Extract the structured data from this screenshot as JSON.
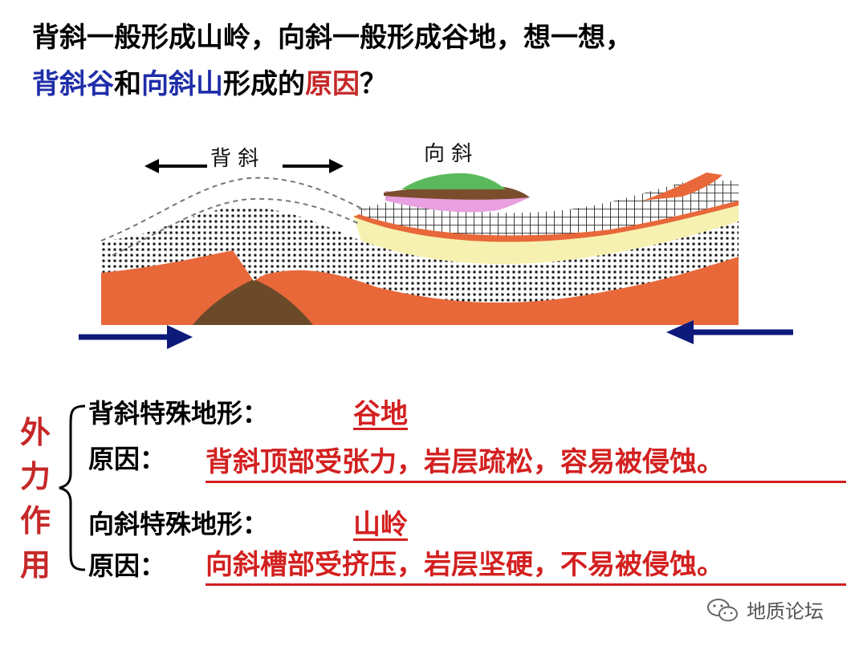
{
  "question": {
    "line1": "背斜一般形成山岭，向斜一般形成谷地，想一想，",
    "anticline_valley": "背斜谷",
    "and_word": "和",
    "syncline_mountain": "向斜山",
    "formed_of": "形成的",
    "reason": "原因",
    "qmark": "？"
  },
  "diagram": {
    "anticline_label": "背 斜",
    "syncline_label": "向 斜",
    "arrow_color": "#0d1a7a"
  },
  "side_label": [
    "外",
    "力",
    "作",
    "用"
  ],
  "anticline": {
    "label": "背斜特殊地形：",
    "landform": "谷地",
    "reason_label": "原因：",
    "reason": "背斜顶部受张力，岩层疏松，容易被侵蚀。"
  },
  "syncline": {
    "label": "向斜特殊地形：",
    "landform": "山岭",
    "reason_label": "原因：",
    "reason": "向斜槽部受挤压，岩层坚硬，不易被侵蚀。"
  },
  "watermark": {
    "text": "地质论坛",
    "icon": "wechat-icon"
  },
  "colors": {
    "blue": "#1f2ea8",
    "red": "#c62828",
    "answer_red": "#d32020"
  }
}
